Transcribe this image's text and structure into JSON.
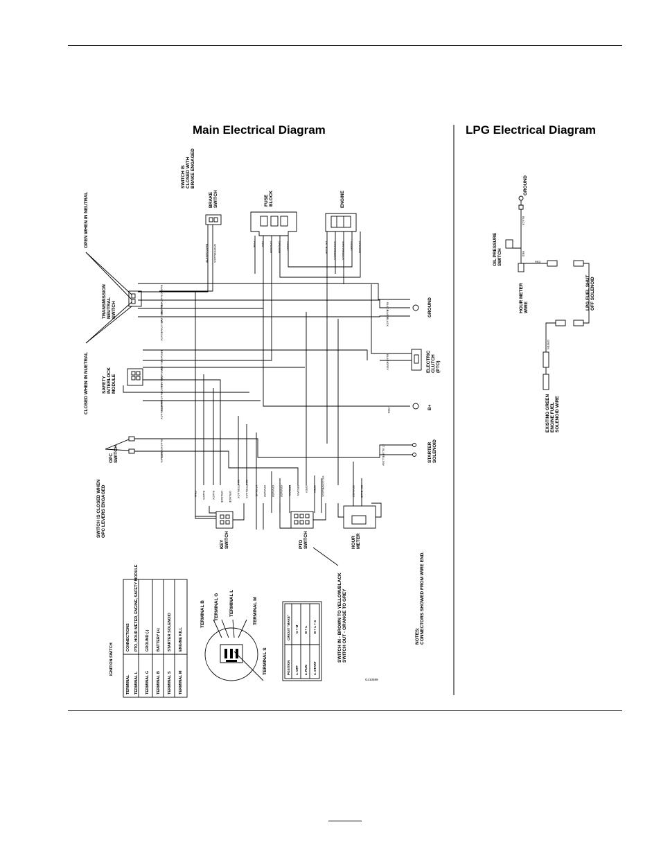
{
  "titles": {
    "main": "Main Electrical Diagram",
    "lpg": "LPG Electrical Diagram"
  },
  "components": {
    "brake_switch": [
      "BRAKE",
      "SWITCH"
    ],
    "brake_note": [
      "SWITCH IS",
      "CLOSED WITH",
      "BRAKE ENGAGED"
    ],
    "fuse_block": [
      "FUSE",
      "BLOCK"
    ],
    "engine": [
      "ENGINE"
    ],
    "open_neutral": "OPEN WHEN IN NEUTRAL",
    "closed_neutral": "CLOSED WHEN IN NUETRAL",
    "transmission": [
      "TRANSMISSION",
      "NEUTRAL",
      "SWITCH"
    ],
    "safety_module": [
      "SAFETY",
      "INTERLOCK",
      "MODULE"
    ],
    "ground": "GROUND",
    "electric_clutch": [
      "ELECTRIC",
      "CLUTCH",
      "(PTO)"
    ],
    "b_plus": "B+",
    "starter_solenoid": [
      "STARTER",
      "SOLENOID"
    ],
    "opc_switch": [
      "OPC",
      "SWITCH"
    ],
    "opc_note": [
      "SWITCH IS CLOSED WHEN",
      "OPC LEVERS ENGAGED"
    ],
    "key_switch": [
      "KEY",
      "SWITCH"
    ],
    "pto_switch": [
      "PTO",
      "SWITCH"
    ],
    "hour_meter": [
      "HOUR",
      "METER"
    ],
    "pto_note": [
      "SWITCH IN - BROWN TO YELLOW/BLACK",
      "SWITCH OUT - ORANGE TO GREY"
    ],
    "notes": [
      "NOTES:",
      "CONNECTORS SHOWED FROM WIRE END."
    ],
    "figure_id": "G410599"
  },
  "wire_labels": {
    "transmission": [
      "BLACK",
      "BLACK/WHITE",
      "YELLOW",
      "YELLOW",
      "YELLOW/BLACK"
    ],
    "brake": [
      "BLACK/WHITE",
      "WHITE/BLACK"
    ],
    "fuse": [
      "PINK",
      "RED",
      "ORANGE",
      "ORANGE",
      "VIOLET"
    ],
    "engine": [
      "DK. BLUE",
      "WHITE/BLACK",
      "WHITE/BLACK",
      "VIOLET",
      "ORANGE"
    ],
    "safety": [
      "BROWN",
      "YELLOW",
      "ORANGE",
      "ORANGE",
      "BLACK",
      "BLACK/WHITE",
      "WHITE/BLACK"
    ],
    "ground": [
      "BLACK",
      "BLACK",
      "BLACK"
    ],
    "clutch": [
      "BLACK",
      "GREY"
    ],
    "bplus": [
      "RED"
    ],
    "starter": [
      "LT. BLUE",
      "YELLOW"
    ],
    "opc": [
      "BLACK/WHITE",
      "BROWN"
    ],
    "bottom": [
      "PINK",
      "BLACK",
      "BLACK",
      "ORANGE",
      "ORANGE",
      "WHITE/BLACK",
      "WHITE/BLACK",
      "LT. BLUE",
      "ORANGE",
      "ORANGE",
      "ORANGE",
      "BROWN",
      "BROWN",
      "GREY",
      "GREY",
      "YELLOW/BLACK",
      "ORANGE",
      "DK. BLUE"
    ]
  },
  "ignition_table": {
    "title": "IGNITION SWITCH",
    "headers": [
      "TERMINAL",
      "CONNECTIONS"
    ],
    "rows": [
      [
        "TERMINAL  L",
        "PTO, HOUR METER, ENGINE, SAFETY MODULE"
      ],
      [
        "TERMINAL  G",
        "GROUND (-)"
      ],
      [
        "TERMINAL  B",
        "BATTERY (+)"
      ],
      [
        "TERMINAL  S",
        "STARTER SOLENOID"
      ],
      [
        "TERMINAL  M",
        "ENGINE KILL"
      ]
    ]
  },
  "terminals": [
    "TERMINAL B",
    "TERMINAL G",
    "TERMINAL L",
    "TERMINAL M",
    "TERMINAL S"
  ],
  "circuit_table": {
    "headers": [
      "POSITION",
      "CIRCUIT \"MAKE\""
    ],
    "rows": [
      [
        "1. OFF",
        "G + M"
      ],
      [
        "2. RUN",
        "B + L"
      ],
      [
        "3. START",
        "B + L + S"
      ]
    ]
  },
  "lpg": {
    "ground": "GROUND",
    "oil_pressure": [
      "OIL PRESSURE",
      "SWITCH"
    ],
    "hour_meter_wire": [
      "HOUR METER",
      "WIRE"
    ],
    "lpg_fuel": [
      "LPG FUEL SHUT",
      "OFF SOLENOID"
    ],
    "existing": [
      "EXISTING GREEN",
      "ENGINE FUEL",
      "SOLENOID WIRE"
    ],
    "wires": [
      "BLACK",
      "RED",
      "RED",
      "GREEN"
    ]
  }
}
